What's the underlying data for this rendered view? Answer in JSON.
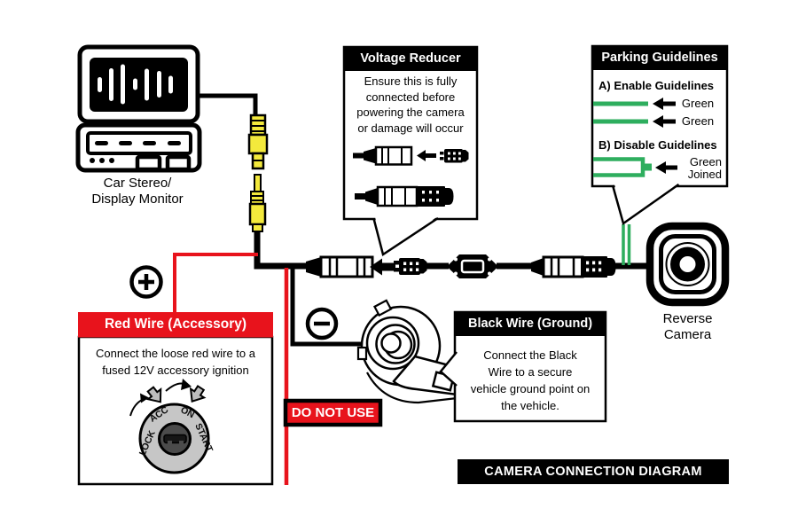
{
  "colors": {
    "red": "#e8131c",
    "green": "#2eae5e",
    "yellow": "#f3e93c",
    "ink": "#000000"
  },
  "icons": {
    "car_stereo": "monitor-with-waveform",
    "rca_connector": "yellow-rca-plug",
    "voltage_reducer_module": "inline-hexagon-module",
    "reverse_camera": "rounded-square-lens",
    "positive_terminal": "⊕",
    "negative_terminal": "⊖",
    "arrow_left": "←",
    "ignition_switch": "keyed-dial",
    "ground_point": "chassis-bolt"
  },
  "stereo": {
    "label_line1": "Car Stereo/",
    "label_line2": "Display Monitor"
  },
  "camera": {
    "label_line1": "Reverse",
    "label_line2": "Camera"
  },
  "voltage_reducer": {
    "title": "Voltage Reducer",
    "lines": [
      "Ensure this is fully",
      "connected before",
      "powering the camera",
      "or damage will occur"
    ]
  },
  "parking": {
    "title": "Parking Guidelines",
    "section_a": "A) Enable Guidelines",
    "label_green_1": "Green",
    "label_green_2": "Green",
    "section_b": "B) Disable Guidelines",
    "label_joined_1": "Green",
    "label_joined_2": "Joined"
  },
  "red_wire": {
    "title": "Red Wire (Accessory)",
    "lines": [
      "Connect the loose red wire to a",
      "fused 12V accessory ignition"
    ],
    "ignition_labels": [
      "LOCK",
      "ACC",
      "ON",
      "START"
    ]
  },
  "black_wire": {
    "title": "Black Wire (Ground)",
    "lines": [
      "Connect the Black",
      "Wire to a secure",
      "vehicle ground point on",
      "the vehicle."
    ]
  },
  "do_not_use": {
    "label": "DO NOT USE"
  },
  "footer": {
    "label": "CAMERA CONNECTION DIAGRAM"
  }
}
